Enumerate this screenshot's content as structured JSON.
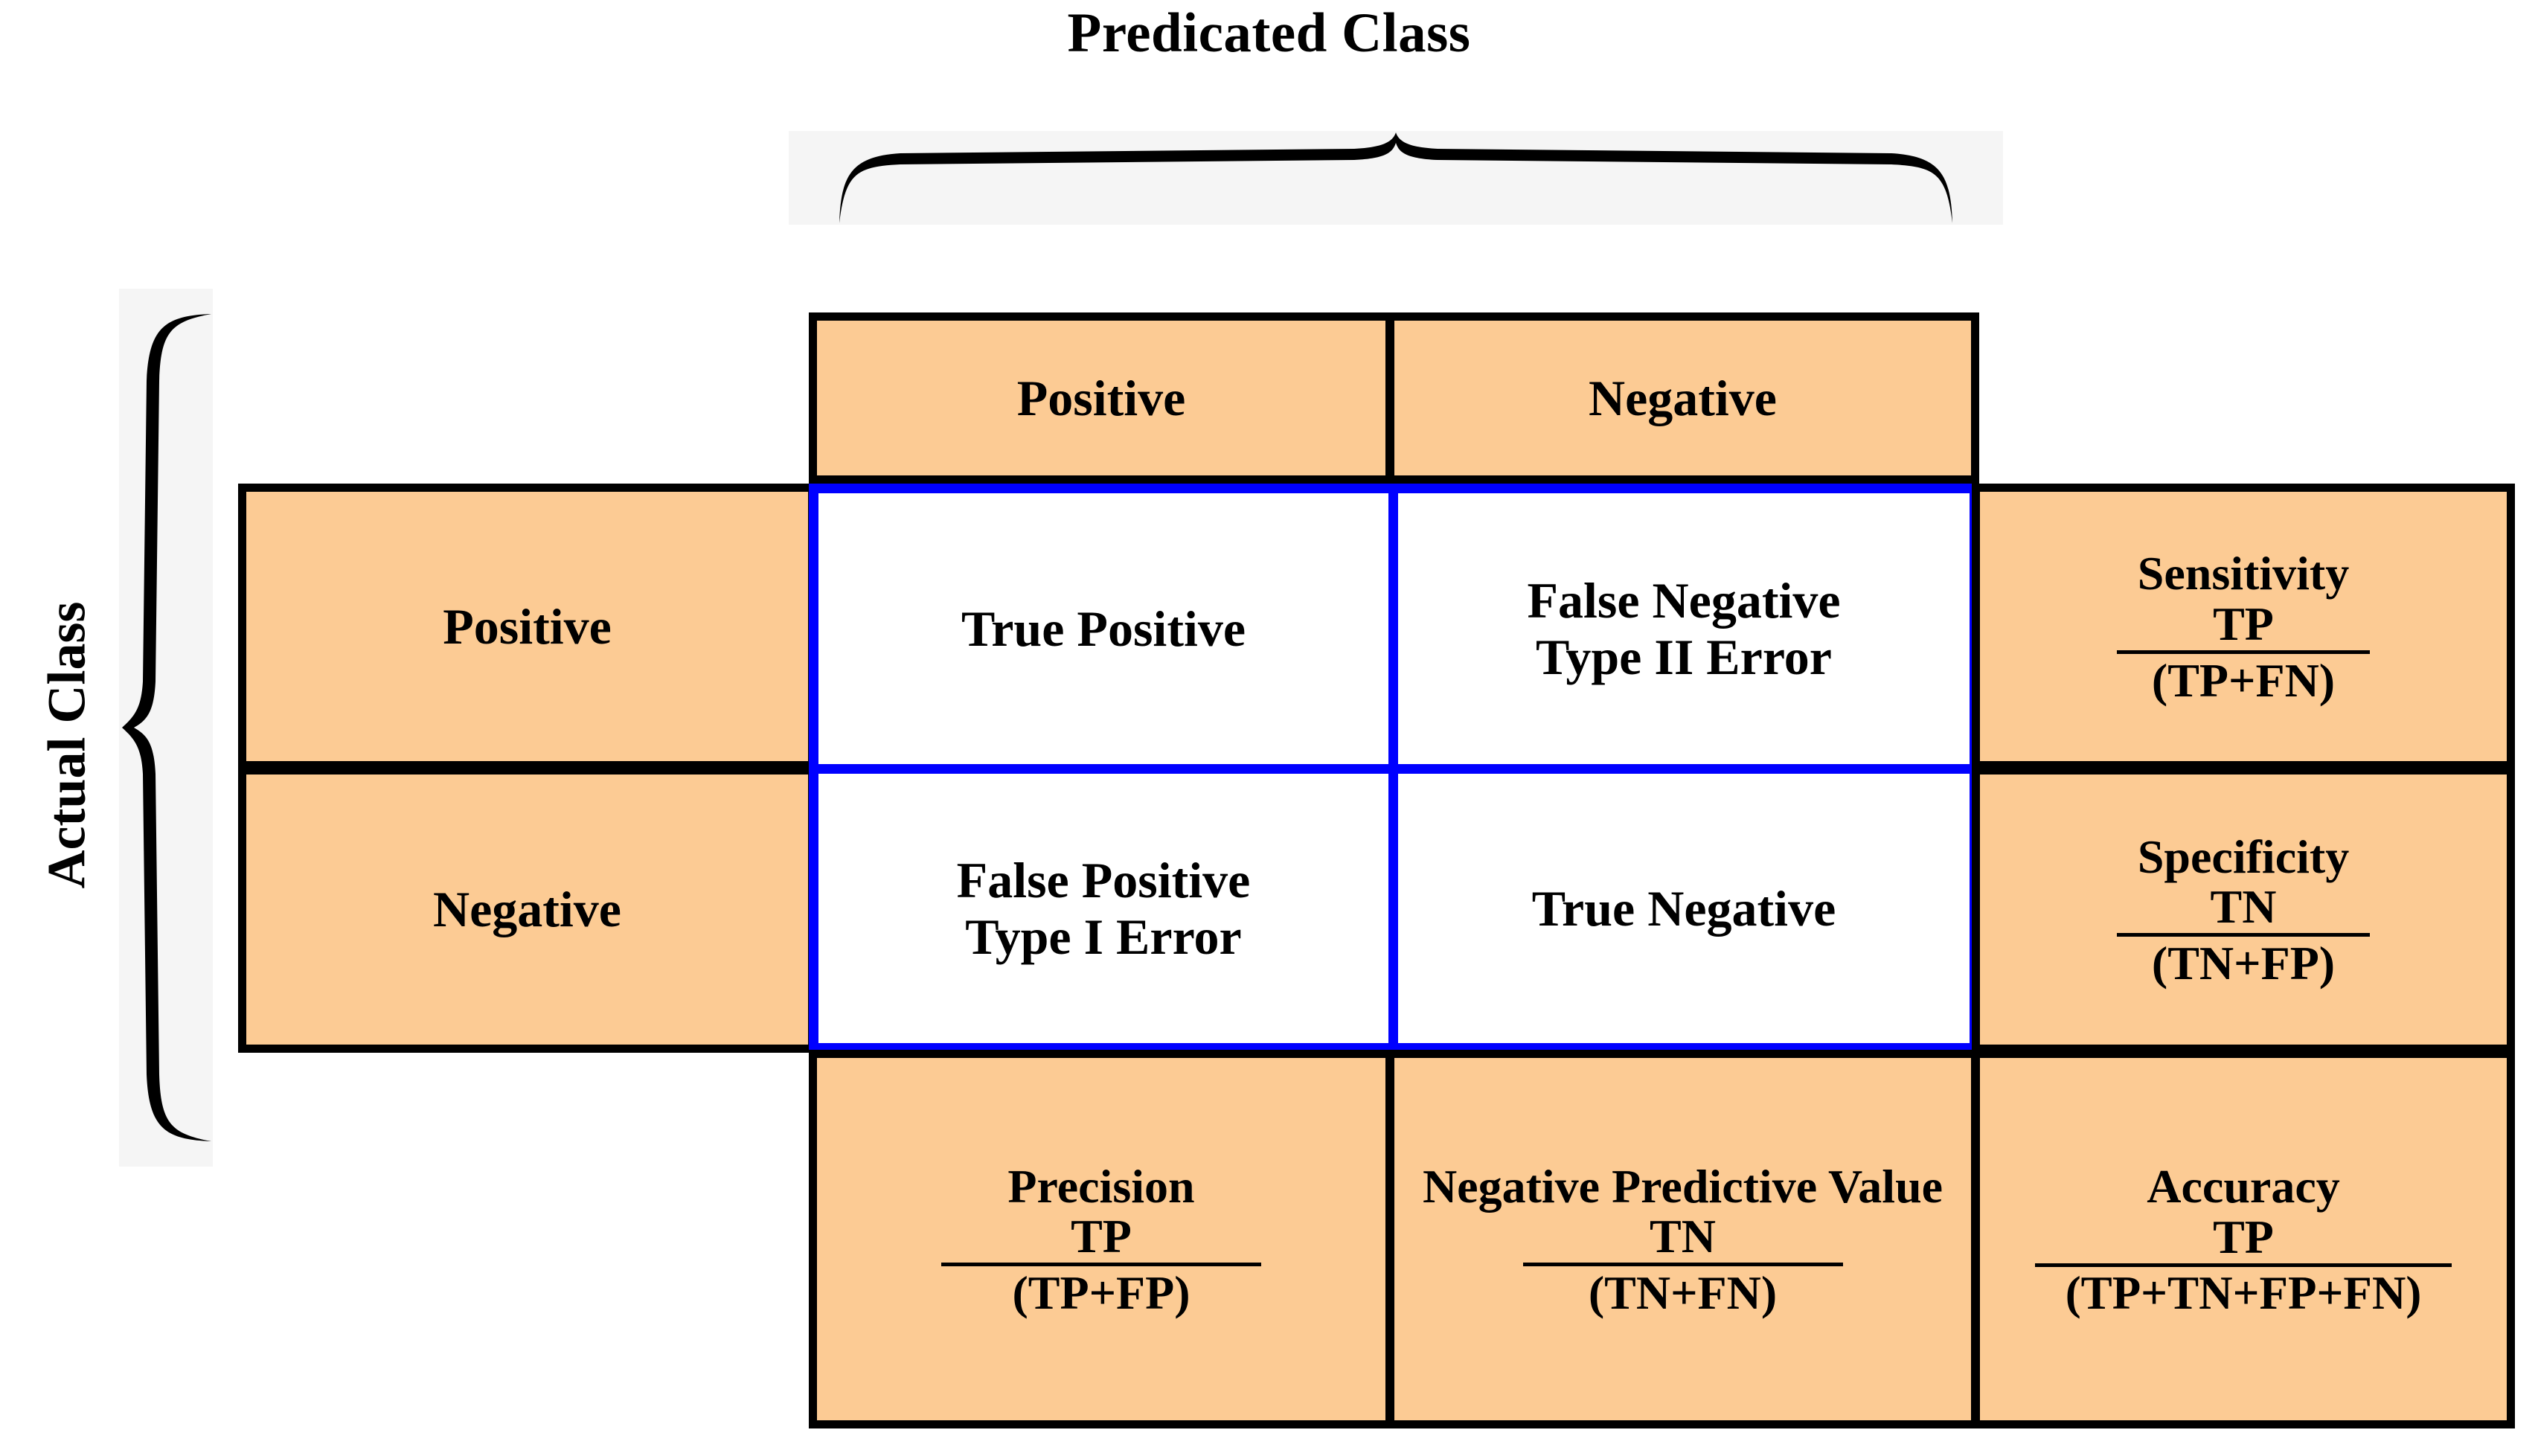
{
  "title": {
    "top_axis_label": "Predicated Class",
    "left_axis_label": "Actual Class"
  },
  "header": {
    "columns": [
      "Positive",
      "Negative"
    ]
  },
  "row_labels": [
    "Positive",
    "Negative"
  ],
  "matrix": {
    "true_positive": "True Positive",
    "false_negative_line1": "False Negative",
    "false_negative_line2": "Type II Error",
    "false_positive_line1": "False Positive",
    "false_positive_line2": "Type I Error",
    "true_negative": "True Negative"
  },
  "metrics": {
    "sensitivity": {
      "name": "Sensitivity",
      "numerator": "TP",
      "denominator": "(TP+FN)"
    },
    "specificity": {
      "name": "Specificity",
      "numerator": "TN",
      "denominator": "(TN+FP)"
    },
    "precision": {
      "name": "Precision",
      "numerator": "TP",
      "denominator": "(TP+FP)"
    },
    "negative_predictive_value": {
      "name": "Negative Predictive Value",
      "numerator": "TN",
      "denominator": "(TN+FN)"
    },
    "accuracy": {
      "name": "Accuracy",
      "numerator": "TP",
      "denominator": "(TP+TN+FP+FN)"
    }
  },
  "colors": {
    "cell_fill": "#FCCB94",
    "inner_fill": "#FFFFFF",
    "border": "#000000",
    "inner_border": "#0000FF",
    "brace_strip": "#F5F5F5"
  }
}
